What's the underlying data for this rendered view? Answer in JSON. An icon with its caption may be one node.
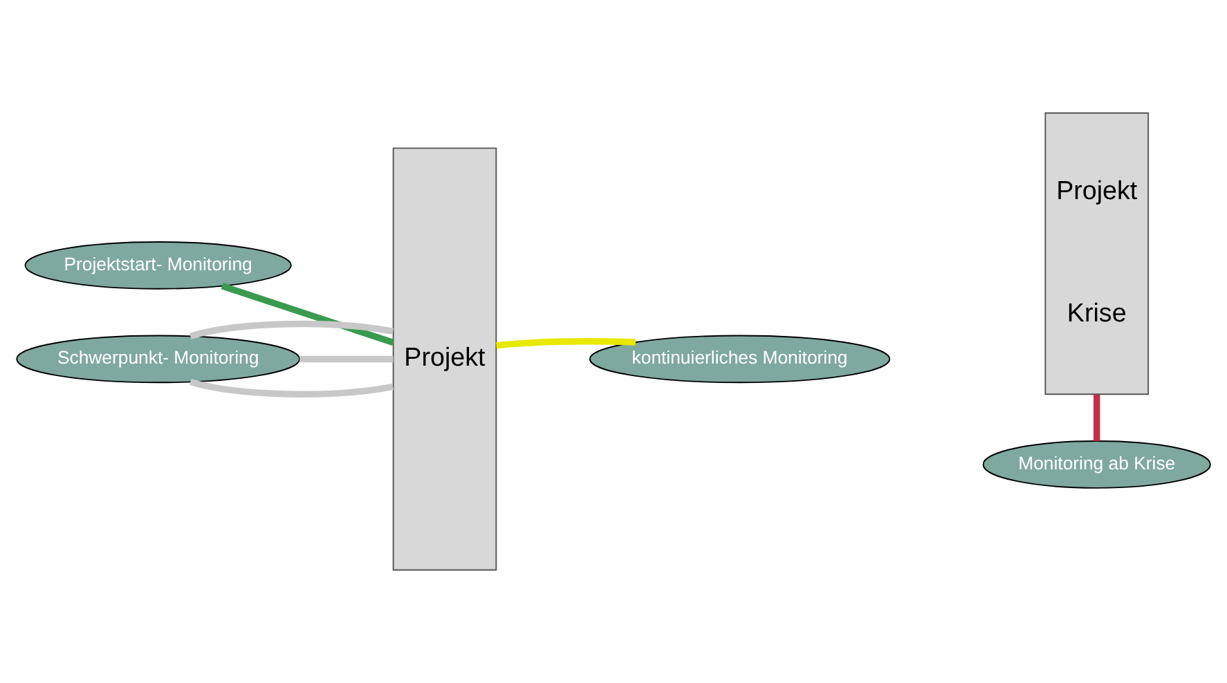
{
  "diagram": {
    "nodes": [
      {
        "text": [
          "Projektstart- Monitoring"
        ]
      },
      {
        "text": [
          "Schwerpunkt- Monitoring"
        ]
      },
      {
        "text": [
          "Projekt"
        ]
      },
      {
        "text": [
          "kontinuierliches Monitoring"
        ]
      },
      {
        "text": [
          "Projekt",
          "Krise"
        ]
      },
      {
        "text": [
          "Monitoring ab Krise"
        ]
      }
    ],
    "edges": [
      {
        "from": 0,
        "to": 2,
        "arrow": "none",
        "color": "#3a9a50"
      },
      {
        "from": 1,
        "to": 2,
        "arrow": "none",
        "color": "#c8c8c8"
      },
      {
        "from": 1,
        "to": 2,
        "arrow": "none",
        "color": "#c8c8c8"
      },
      {
        "from": 1,
        "to": 2,
        "arrow": "none",
        "color": "#c8c8c8"
      },
      {
        "from": 3,
        "to": 2,
        "arrow": "none",
        "color": "#e8e800"
      },
      {
        "from": 5,
        "to": 4,
        "arrow": "none",
        "color": "#c0304a"
      }
    ]
  }
}
